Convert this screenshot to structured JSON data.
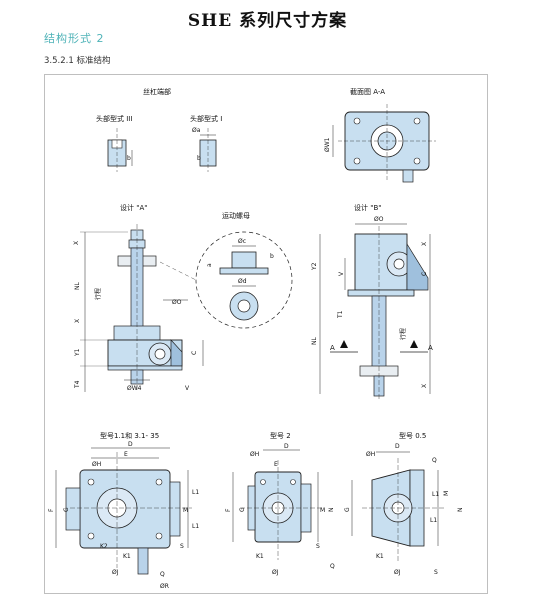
{
  "header": {
    "title": "SHE 系列尺寸方案",
    "subtitle": "结构形式 2",
    "section": "3.5.2.1 标准结构"
  },
  "labels": {
    "screw_end": "丝杠端部",
    "section_view": "截面图 A-A",
    "head_type_3": "头部型式 III",
    "head_type_1": "头部型式 I",
    "design_a": "设计 \"A\"",
    "design_b": "设计 \"B\"",
    "moving_nut": "运动螺母",
    "model_1": "型号1.1和 3.1- 35",
    "model_2": "型号 2",
    "model_3": "型号 0.5",
    "stroke": "行程"
  },
  "dims": {
    "a": "a",
    "b": "b",
    "c": "c",
    "d": "d",
    "e": "e",
    "oa": "Øa",
    "oc": "Øc",
    "od": "Ød",
    "oo": "ØO",
    "ow1": "ØW1",
    "ow4": "ØW4",
    "oh": "ØH",
    "oj": "ØJ",
    "or": "ØR",
    "x": "X",
    "nl": "NL",
    "y1": "Y1",
    "y2": "Y2",
    "t1": "T1",
    "t4": "T4",
    "v": "V",
    "c_up": "C",
    "d_up": "D",
    "e_up": "E",
    "f": "F",
    "g": "G",
    "l1": "L1",
    "m": "M",
    "n": "N",
    "k1": "K1",
    "k2": "K2",
    "q": "Q",
    "s": "S",
    "a_up": "A"
  }
}
